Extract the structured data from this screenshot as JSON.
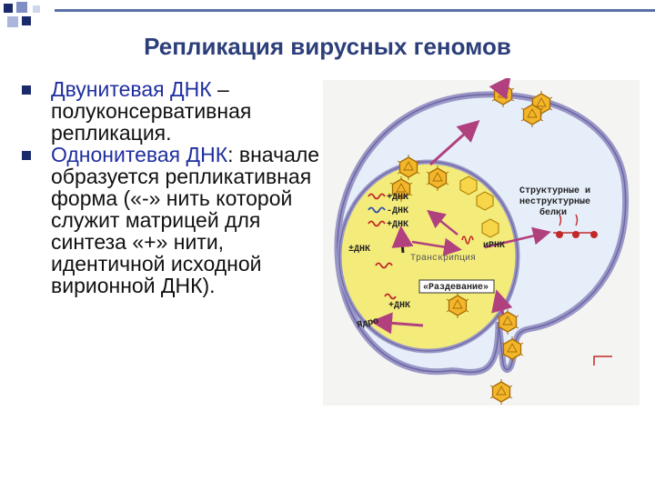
{
  "title": "Репликация вирусных геномов",
  "bullets": [
    {
      "highlight": "Двунитевая ДНК",
      "rest": " – полуконсервативная репликация."
    },
    {
      "highlight": "Однонитевая ДНК",
      "rest": ": вначале образуется репликативная форма («-» нить которой служит матрицей для синтеза «+» нити, идентичной исходной вирионной ДНК)."
    }
  ],
  "diagram": {
    "labels": {
      "plus_dna_1": "+ДНК",
      "minus_dna": "-ДНК",
      "plus_dna_2": "+ДНК",
      "pm_dna": "±ДНК",
      "transcription": "Транскрипция",
      "mrna": "иРНК",
      "structural_proteins_line1": "Структурные и",
      "structural_proteins_line2": "неструктурные",
      "structural_proteins_line3": "белки",
      "uncoating": "«Раздевание»",
      "plus_dna_3": "+ДНК",
      "nucleus": "Ядро"
    },
    "colors": {
      "nucleus_fill": "#f4ec7a",
      "cytoplasm_fill": "#e6eefa",
      "membrane": "#9a96c6",
      "virion": "#e3a313",
      "arrow": "#b0417e",
      "label_red": "#c22a2a"
    }
  }
}
